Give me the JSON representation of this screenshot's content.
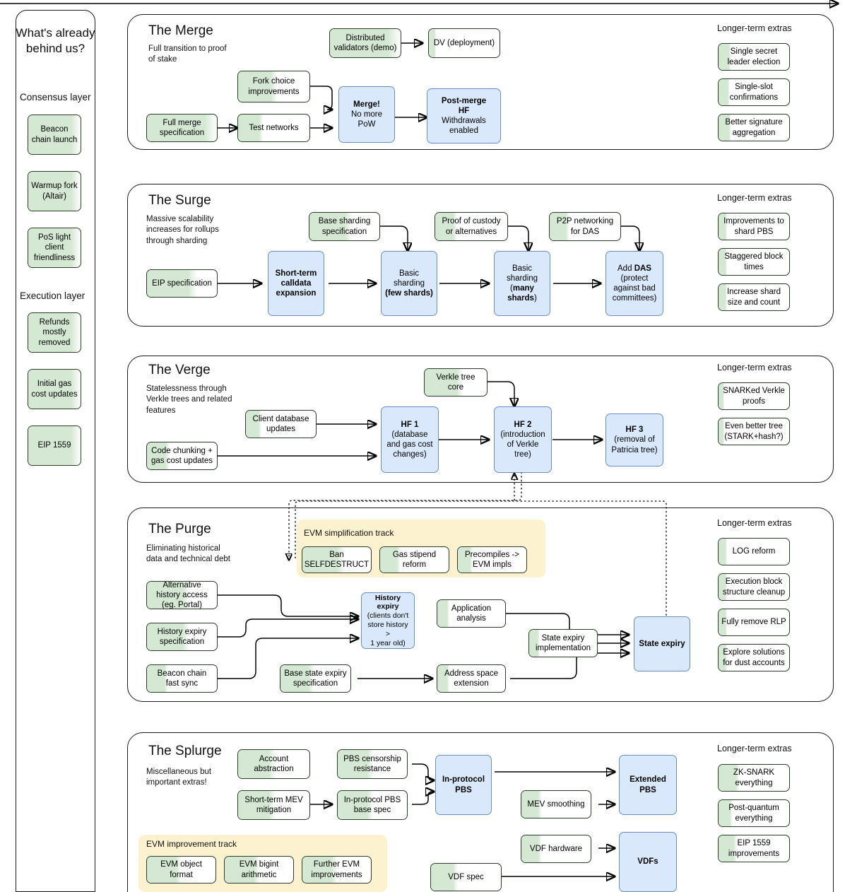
{
  "meta": {
    "top_arrow": "time-axis-arrow"
  },
  "sidebar": {
    "heading": "What's already behind us?",
    "sections": [
      {
        "label": "Consensus layer",
        "items": [
          {
            "text": "Beacon chain launch",
            "progress": 100
          },
          {
            "text": "Warmup fork (Altair)",
            "progress": 100
          },
          {
            "text": "PoS light client friendliness",
            "progress": 100
          }
        ]
      },
      {
        "label": "Execution layer",
        "items": [
          {
            "text": "Refunds mostly removed",
            "progress": 100
          },
          {
            "text": "Initial gas cost updates",
            "progress": 100
          },
          {
            "text": "EIP 1559",
            "progress": 100
          }
        ]
      }
    ]
  },
  "extras_label": "Longer-term extras",
  "sections": [
    {
      "id": "merge",
      "title": "The Merge",
      "subtitle": "Full transition to proof of stake",
      "nodes": [
        {
          "id": "dist-val",
          "text": "Distributed validators (demo)",
          "kind": "green",
          "progress": 100
        },
        {
          "id": "dv-deploy",
          "text": "DV (deployment)",
          "kind": "green",
          "progress": 10
        },
        {
          "id": "fork-choice",
          "text": "Fork choice improvements",
          "kind": "green",
          "progress": 55
        },
        {
          "id": "full-merge-spec",
          "text": "Full merge specification",
          "kind": "green",
          "progress": 100
        },
        {
          "id": "test-networks",
          "text": "Test networks",
          "kind": "green",
          "progress": 36
        },
        {
          "id": "merge",
          "text": "Merge! No more PoW",
          "bold_first_line": "Merge!",
          "kind": "blue"
        },
        {
          "id": "post-merge-hf",
          "text": "Post-merge HF Withdrawals enabled",
          "bold_first_line": "Post-merge HF",
          "kind": "blue"
        }
      ],
      "extras": [
        {
          "text": "Single secret leader election",
          "progress": 18
        },
        {
          "text": "Single-slot confirmations",
          "progress": 16
        },
        {
          "text": "Better signature aggregation",
          "progress": 18
        }
      ]
    },
    {
      "id": "surge",
      "title": "The Surge",
      "subtitle": "Massive scalability increases for rollups through sharding",
      "nodes": [
        {
          "id": "base-shard-spec",
          "text": "Base sharding specification",
          "kind": "green",
          "progress": 62
        },
        {
          "id": "proof-custody",
          "text": "Proof of custody or alternatives",
          "kind": "green",
          "progress": 30
        },
        {
          "id": "p2p-das",
          "text": "P2P networking for DAS",
          "kind": "green",
          "progress": 28
        },
        {
          "id": "eip-spec",
          "text": "EIP specification",
          "kind": "green",
          "progress": 72
        },
        {
          "id": "calldata-exp",
          "text": "Short-term calldata expansion",
          "bold": true,
          "kind": "blue"
        },
        {
          "id": "basic-shard-few",
          "text": "Basic sharding (few shards)",
          "bold_tail": "(few shards)",
          "kind": "blue"
        },
        {
          "id": "basic-shard-many",
          "text": "Basic sharding (many shards)",
          "bold_tail": "many",
          "kind": "blue"
        },
        {
          "id": "add-das",
          "text": "Add DAS (protect against bad committees)",
          "kind": "blue"
        }
      ],
      "extras": [
        {
          "text": "Improvements to shard PBS",
          "progress": 12
        },
        {
          "text": "Staggered block times",
          "progress": 12
        },
        {
          "text": "Increase shard size and count",
          "progress": 12
        }
      ]
    },
    {
      "id": "verge",
      "title": "The Verge",
      "subtitle": "Statelessness through Verkle trees and related features",
      "nodes": [
        {
          "id": "verkle-core",
          "text": "Verkle tree core",
          "kind": "green",
          "progress": 62
        },
        {
          "id": "client-db",
          "text": "Client database updates",
          "kind": "green",
          "progress": 22
        },
        {
          "id": "code-chunking",
          "text": "Code chunking + gas cost updates",
          "kind": "green",
          "progress": 32
        },
        {
          "id": "hf1",
          "text": "HF 1 (database and gas cost changes)",
          "bold_first_line": "HF 1",
          "kind": "blue"
        },
        {
          "id": "hf2",
          "text": "HF 2 (introduction of Verkle tree)",
          "bold_first_line": "HF 2",
          "kind": "blue"
        },
        {
          "id": "hf3",
          "text": "HF 3 (removal of Patricia tree)",
          "bold_first_line": "HF 3",
          "kind": "blue"
        }
      ],
      "extras": [
        {
          "text": "SNARKed Verkle proofs",
          "progress": 8
        },
        {
          "text": "Even better tree (STARK+hash?)",
          "progress": 8
        }
      ]
    },
    {
      "id": "purge",
      "title": "The Purge",
      "subtitle": "Eliminating historical data and technical debt",
      "track": {
        "title": "EVM simplification track",
        "items": [
          {
            "text": "Ban SELFDESTRUCT",
            "progress": 62
          },
          {
            "text": "Gas stipend reform",
            "progress": 30
          },
          {
            "text": "Precompiles -> EVM impls",
            "progress": 22
          }
        ]
      },
      "nodes": [
        {
          "id": "alt-history",
          "text": "Alternative history access (eg. Portal)",
          "kind": "green",
          "progress": 62
        },
        {
          "id": "hist-expiry-spec",
          "text": "History expiry specification",
          "kind": "green",
          "progress": 62
        },
        {
          "id": "beacon-fast-sync",
          "text": "Beacon chain fast sync",
          "kind": "green",
          "progress": 30
        },
        {
          "id": "history-expiry",
          "text": "History expiry (clients don't store history > 1 year old)",
          "bold_first_line": "History expiry",
          "kind": "blue"
        },
        {
          "id": "app-analysis",
          "text": "Application analysis",
          "kind": "green",
          "progress": 18
        },
        {
          "id": "state-expiry-impl",
          "text": "State expiry implementation",
          "kind": "green",
          "progress": 16
        },
        {
          "id": "base-state-expiry-spec",
          "text": "Base state expiry specification",
          "kind": "green",
          "progress": 48
        },
        {
          "id": "addr-space-ext",
          "text": "Address space extension",
          "kind": "green",
          "progress": 18
        },
        {
          "id": "state-expiry",
          "text": "State expiry",
          "bold": true,
          "kind": "blue"
        }
      ],
      "extras": [
        {
          "text": "LOG reform",
          "progress": 12
        },
        {
          "text": "Execution block structure cleanup",
          "progress": 12
        },
        {
          "text": "Fully remove RLP",
          "progress": 12
        },
        {
          "text": "Explore solutions for dust accounts",
          "progress": 12
        }
      ]
    },
    {
      "id": "splurge",
      "title": "The Splurge",
      "subtitle": "Miscellaneous but important extras!",
      "track": {
        "title": "EVM improvement track",
        "items": [
          {
            "text": "EVM object format",
            "progress": 52
          },
          {
            "text": "EVM bigint arithmetic",
            "progress": 52
          },
          {
            "text": "Further EVM improvements",
            "progress": 52
          }
        ]
      },
      "nodes": [
        {
          "id": "account-abstraction",
          "text": "Account abstraction",
          "kind": "green",
          "progress": 52
        },
        {
          "id": "pbs-censorship",
          "text": "PBS censorship resistance",
          "kind": "green",
          "progress": 52
        },
        {
          "id": "short-mev",
          "text": "Short-term MEV mitigation",
          "kind": "green",
          "progress": 52
        },
        {
          "id": "in-protocol-pbs-spec",
          "text": "In-protocol PBS base spec",
          "kind": "green",
          "progress": 52
        },
        {
          "id": "in-protocol-pbs",
          "text": "In-protocol PBS",
          "bold": true,
          "kind": "blue"
        },
        {
          "id": "mev-smoothing",
          "text": "MEV smoothing",
          "kind": "green",
          "progress": 30
        },
        {
          "id": "extended-pbs",
          "text": "Extended PBS",
          "bold": true,
          "kind": "blue"
        },
        {
          "id": "vdf-hardware",
          "text": "VDF hardware",
          "kind": "green",
          "progress": 30
        },
        {
          "id": "vdf-spec",
          "text": "VDF spec",
          "kind": "green",
          "progress": 38
        },
        {
          "id": "vdfs",
          "text": "VDFs",
          "bold": true,
          "kind": "blue"
        }
      ],
      "extras": [
        {
          "text": "ZK-SNARK everything",
          "progress": 30
        },
        {
          "text": "Post-quantum everything",
          "progress": 20
        },
        {
          "text": "EIP 1559 improvements",
          "progress": 26
        }
      ]
    }
  ],
  "colors": {
    "green_fill": "#d5e8d4",
    "green_border": "#2c3e2a",
    "blue_fill": "#dae8fc",
    "blue_border": "#6c8ebf",
    "track_bg": "#fdf2d0",
    "line": "#000000"
  }
}
